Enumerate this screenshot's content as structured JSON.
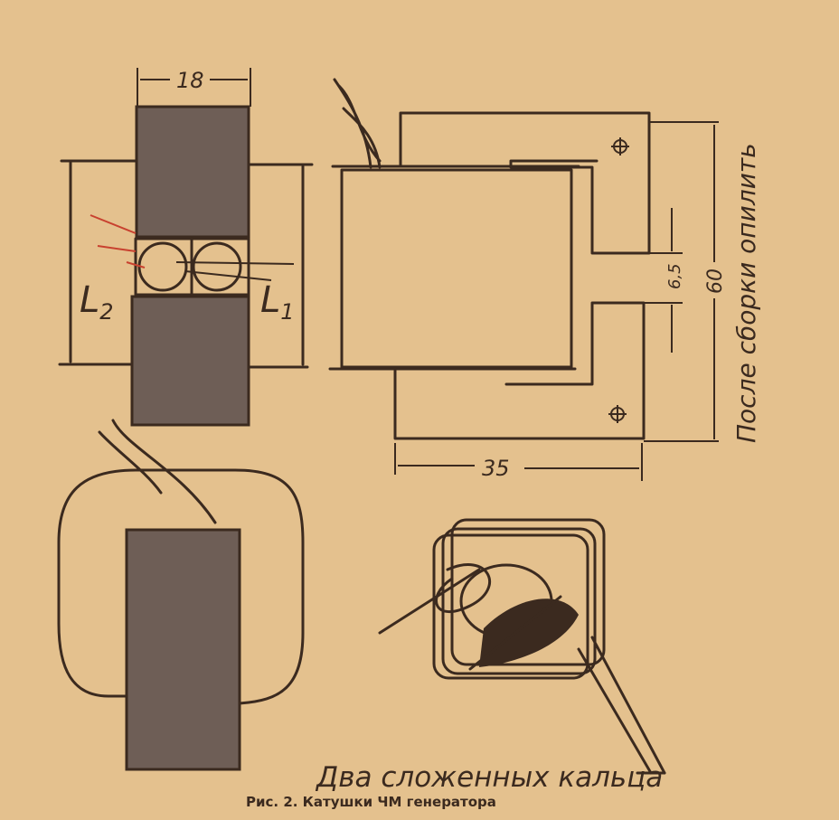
{
  "labels": {
    "dim_width_coil": "18",
    "coil_l2": "L",
    "coil_l2_sub": "2",
    "coil_l1": "L",
    "coil_l1_sub": "1",
    "dim_gap": "6,5",
    "dim_height": "60",
    "dim_length": "35",
    "note_file_after_assembly": "После сборки опилить",
    "note_two_rings": "Два сложенных кальца",
    "caption": "Рис. 2. Катушки ЧМ генератора"
  },
  "colors": {
    "paper": "#e4c18e",
    "ink": "#3b2a1f",
    "winding": "#6e5e56",
    "red_mark": "#c8412f"
  }
}
